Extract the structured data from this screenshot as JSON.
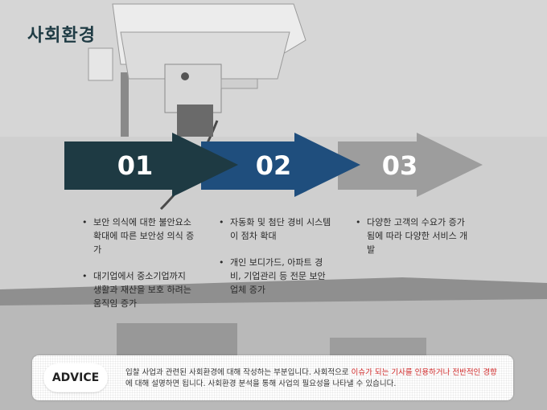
{
  "slide": {
    "title": "사회환경",
    "steps": [
      {
        "number": "01",
        "color": "#1e3a43"
      },
      {
        "number": "02",
        "color": "#1f4e7d"
      },
      {
        "number": "03",
        "color": "#9a9a9a"
      }
    ],
    "columns": [
      {
        "items": [
          "보안 의식에 대한 불안요소 확대에 따른 보안성 의식 증가",
          "대기업에서 중소기업까지 생활과 재산을 보호 하려는 움직임 증가"
        ]
      },
      {
        "items": [
          "자동화 및 첨단 경비 시스템이 점차 확대",
          "개인 보디가드, 아파트 경비, 기업관리 등 전문 보안업체 증가"
        ]
      },
      {
        "items": [
          "다양한 고객의 수요가 증가됨에 따라 다양한 서비스 개발"
        ]
      }
    ],
    "advice": {
      "label": "ADVICE",
      "text_before": "입찰 사업과 관련된 사회환경에 대해 작성하는 부분입니다. 사회적으로 ",
      "highlight": "이슈가 되는 기사를 인용하거나 전반적인 경향",
      "text_after": "에 대해 설명하면 됩니다. 사회환경 분석을 통해 사업의 필요성을 나타낼 수 있습니다."
    }
  }
}
